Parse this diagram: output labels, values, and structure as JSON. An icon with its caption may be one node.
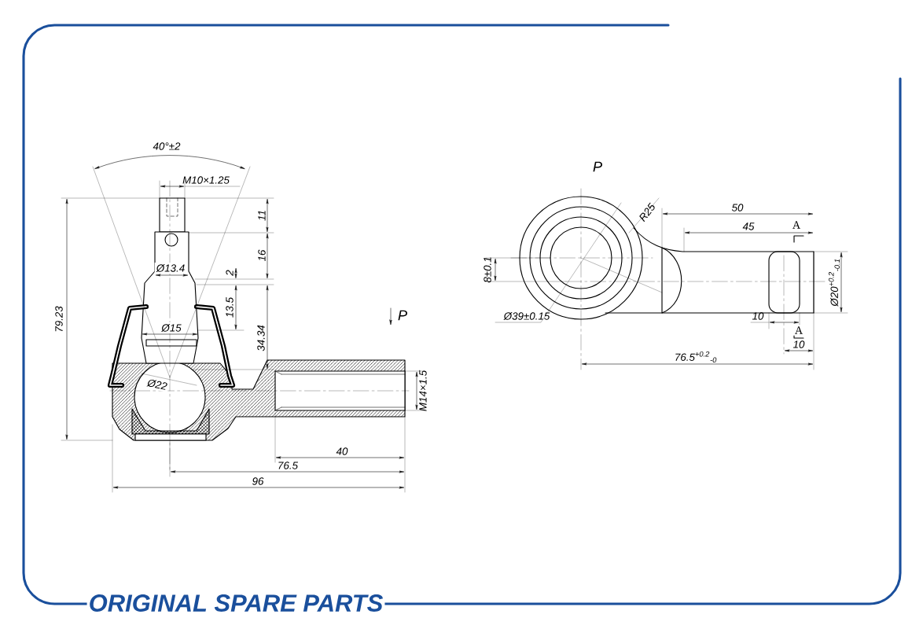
{
  "diagram": {
    "labels": [
      "40°±2",
      "M10×1.25",
      "11",
      "16",
      "Ø13.4",
      "2",
      "13.5",
      "79.23",
      "Ø15",
      "34.34",
      "Ø22",
      "M14×1.5",
      "40",
      "76.5",
      "96",
      "P",
      "P",
      "R25",
      "50",
      "45",
      "A",
      "8±0.1",
      "Ø39±0.15",
      "Ø20$^{+0.2}$$_{-0.1}$",
      "10",
      "A",
      "10",
      "76.5$^{+0.2}$$_{-0}$",
      "ORIGINAL SPARE PARTS"
    ]
  }
}
